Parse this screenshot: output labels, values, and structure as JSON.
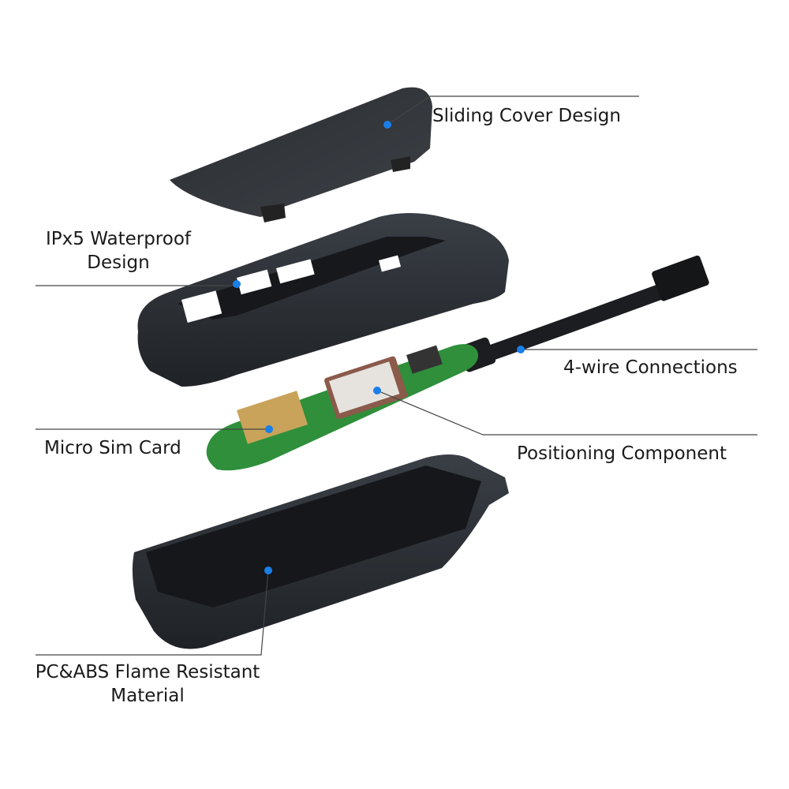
{
  "labels": {
    "sliding_cover": "Sliding Cover Design",
    "waterproof_line1": "IPx5 Waterproof",
    "waterproof_line2": "Design",
    "four_wire": "4-wire Connections",
    "micro_sim": "Micro Sim Card",
    "positioning": "Positioning  Component",
    "material_line1": "PC&ABS Flame Resistant",
    "material_line2": "Material"
  },
  "colors": {
    "dot": "#1a7fe8",
    "leader": "#444444",
    "housing": "#2c3036",
    "pcb": "#2f8f3a"
  }
}
